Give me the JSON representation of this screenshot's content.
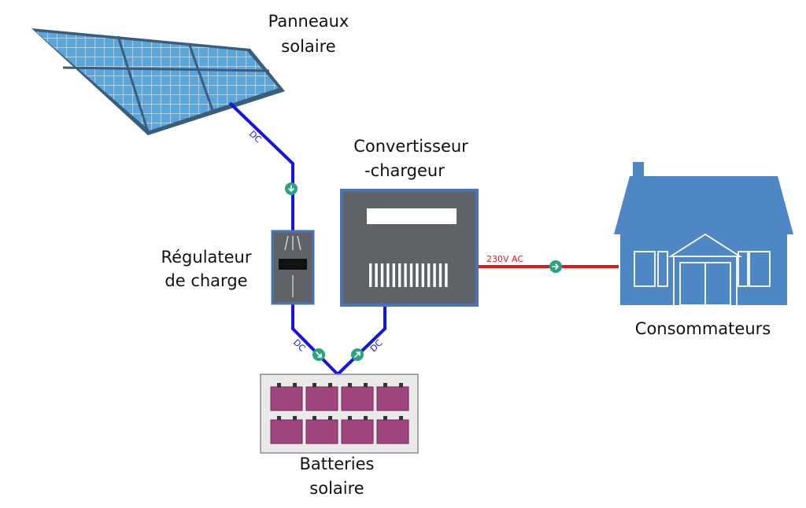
{
  "labels": {
    "panels_line1": "Panneaux",
    "panels_line2": "solaire",
    "converter_line1": "Convertisseur",
    "converter_line2": "-chargeur",
    "regulator_line1": "Régulateur",
    "regulator_line2": "de charge",
    "consumers": "Consommateurs",
    "batteries_line1": "Batteries",
    "batteries_line2": "solaire"
  },
  "wires": {
    "dc_panels": "DC",
    "dc_regulator_battery": "DC",
    "dc_converter_battery": "DC",
    "ac_house": "230V AC"
  },
  "colors": {
    "dc_wire": "#1414e6",
    "ac_wire": "#e01b1b",
    "flow_marker": "#2aa37f",
    "panel_cell": "#5aa6da",
    "panel_frame": "#3b5d7d",
    "device_body": "#5f6368",
    "device_border": "#4a74b5",
    "battery_cell": "#a0457e",
    "house": "#4f86c6"
  },
  "icons": {
    "flow_marker": "arrow-circle-icon",
    "house": "house-icon",
    "panel": "solar-panel-icon",
    "battery": "battery-icon"
  }
}
